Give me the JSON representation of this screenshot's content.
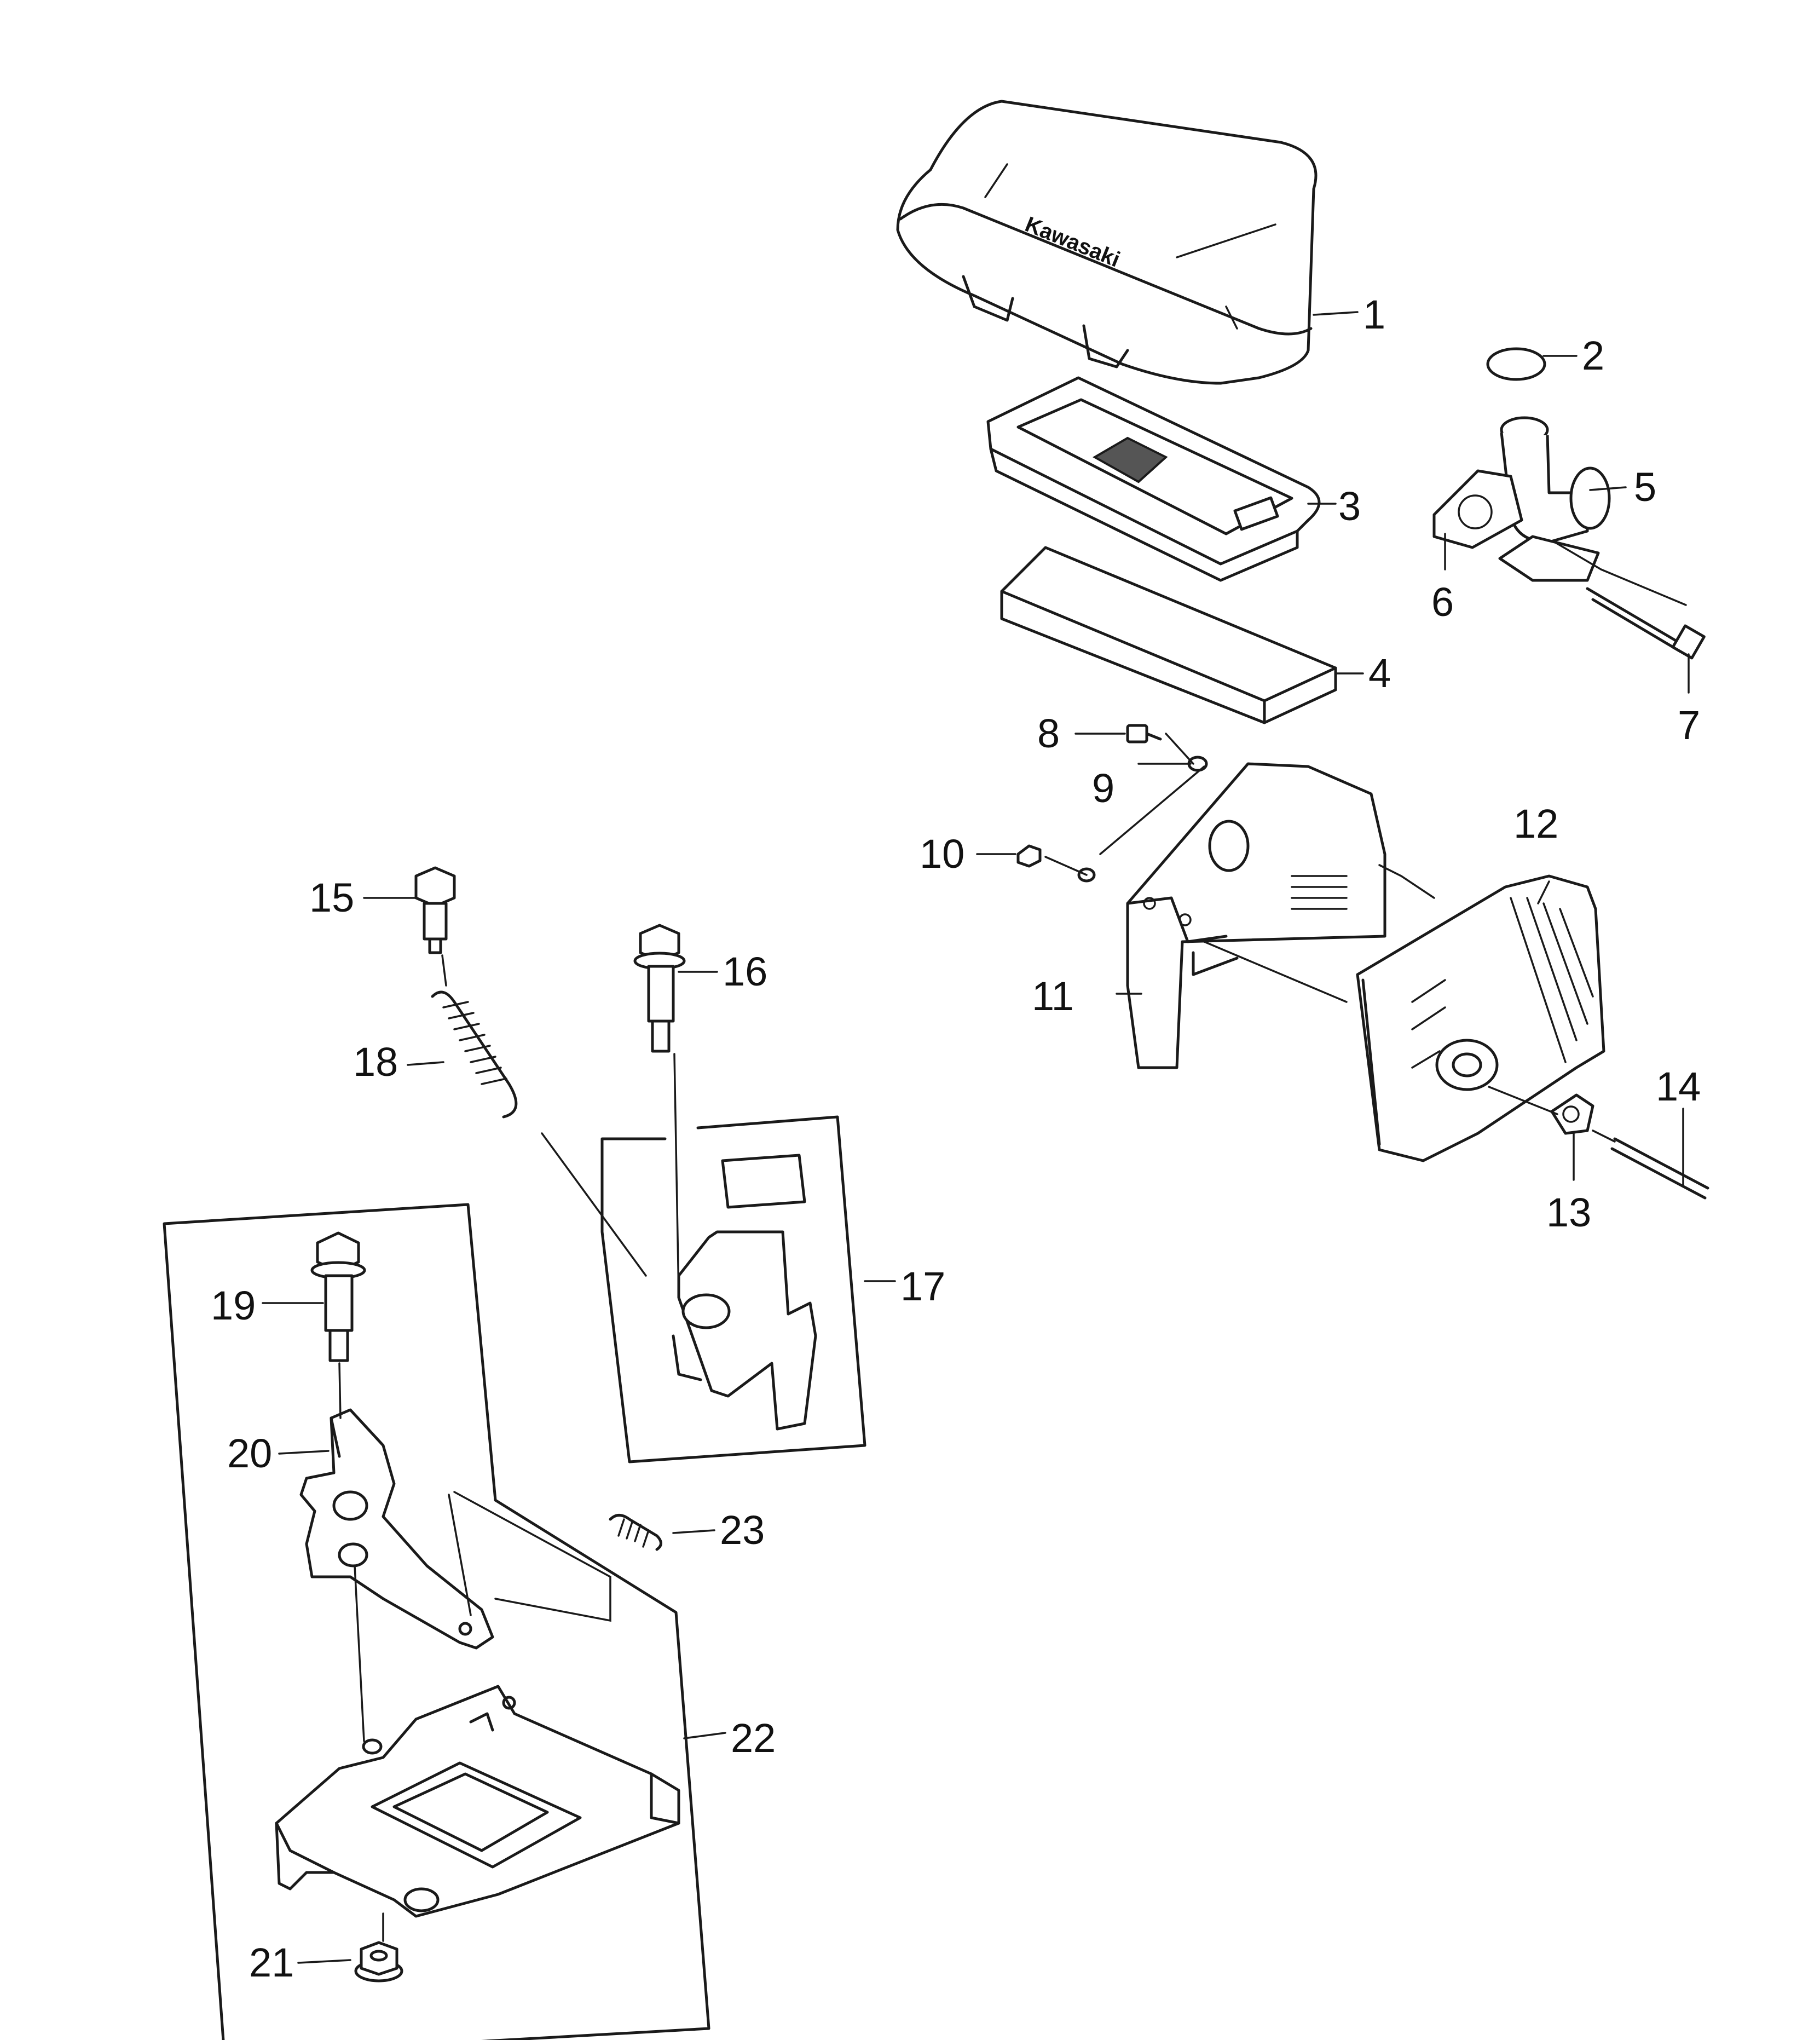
{
  "diagram": {
    "logo_text": "Kawasaki",
    "callouts": [
      {
        "id": 1,
        "label": "1"
      },
      {
        "id": 2,
        "label": "2"
      },
      {
        "id": 3,
        "label": "3"
      },
      {
        "id": 4,
        "label": "4"
      },
      {
        "id": 5,
        "label": "5"
      },
      {
        "id": 6,
        "label": "6"
      },
      {
        "id": 7,
        "label": "7"
      },
      {
        "id": 8,
        "label": "8"
      },
      {
        "id": 9,
        "label": "9"
      },
      {
        "id": 10,
        "label": "10"
      },
      {
        "id": 11,
        "label": "11"
      },
      {
        "id": 12,
        "label": "12"
      },
      {
        "id": 13,
        "label": "13"
      },
      {
        "id": 14,
        "label": "14"
      },
      {
        "id": 15,
        "label": "15"
      },
      {
        "id": 16,
        "label": "16"
      },
      {
        "id": 17,
        "label": "17"
      },
      {
        "id": 18,
        "label": "18"
      },
      {
        "id": 19,
        "label": "19"
      },
      {
        "id": 20,
        "label": "20"
      },
      {
        "id": 21,
        "label": "21"
      },
      {
        "id": 22,
        "label": "22"
      },
      {
        "id": 23,
        "label": "23"
      }
    ]
  }
}
